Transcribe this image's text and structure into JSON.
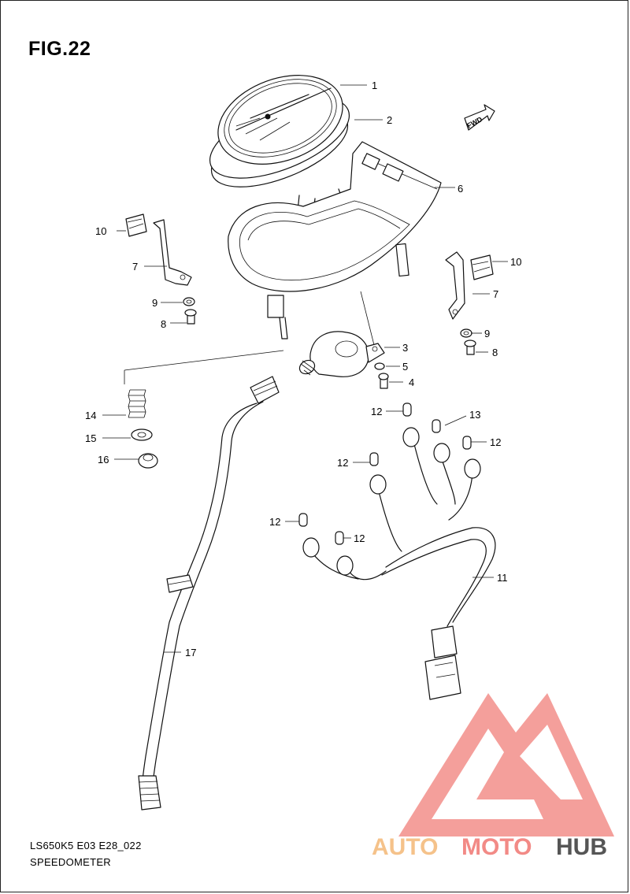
{
  "figure": {
    "title": "FIG.22",
    "model_code": "LS650K5 E03 E28_022",
    "section_name": "SPEEDOMETER",
    "direction_badge": "FWD"
  },
  "callouts": [
    "1",
    "2",
    "3",
    "4",
    "5",
    "6",
    "7",
    "8",
    "9",
    "10",
    "11",
    "12",
    "13",
    "14",
    "15",
    "16",
    "17"
  ],
  "watermark": {
    "brand_parts": [
      "AUTO",
      "MOTO",
      "HUB"
    ],
    "colors": {
      "auto": "#f5c28a",
      "moto": "#f28a86",
      "hub": "#555555",
      "logo": "#f28e8a"
    }
  }
}
